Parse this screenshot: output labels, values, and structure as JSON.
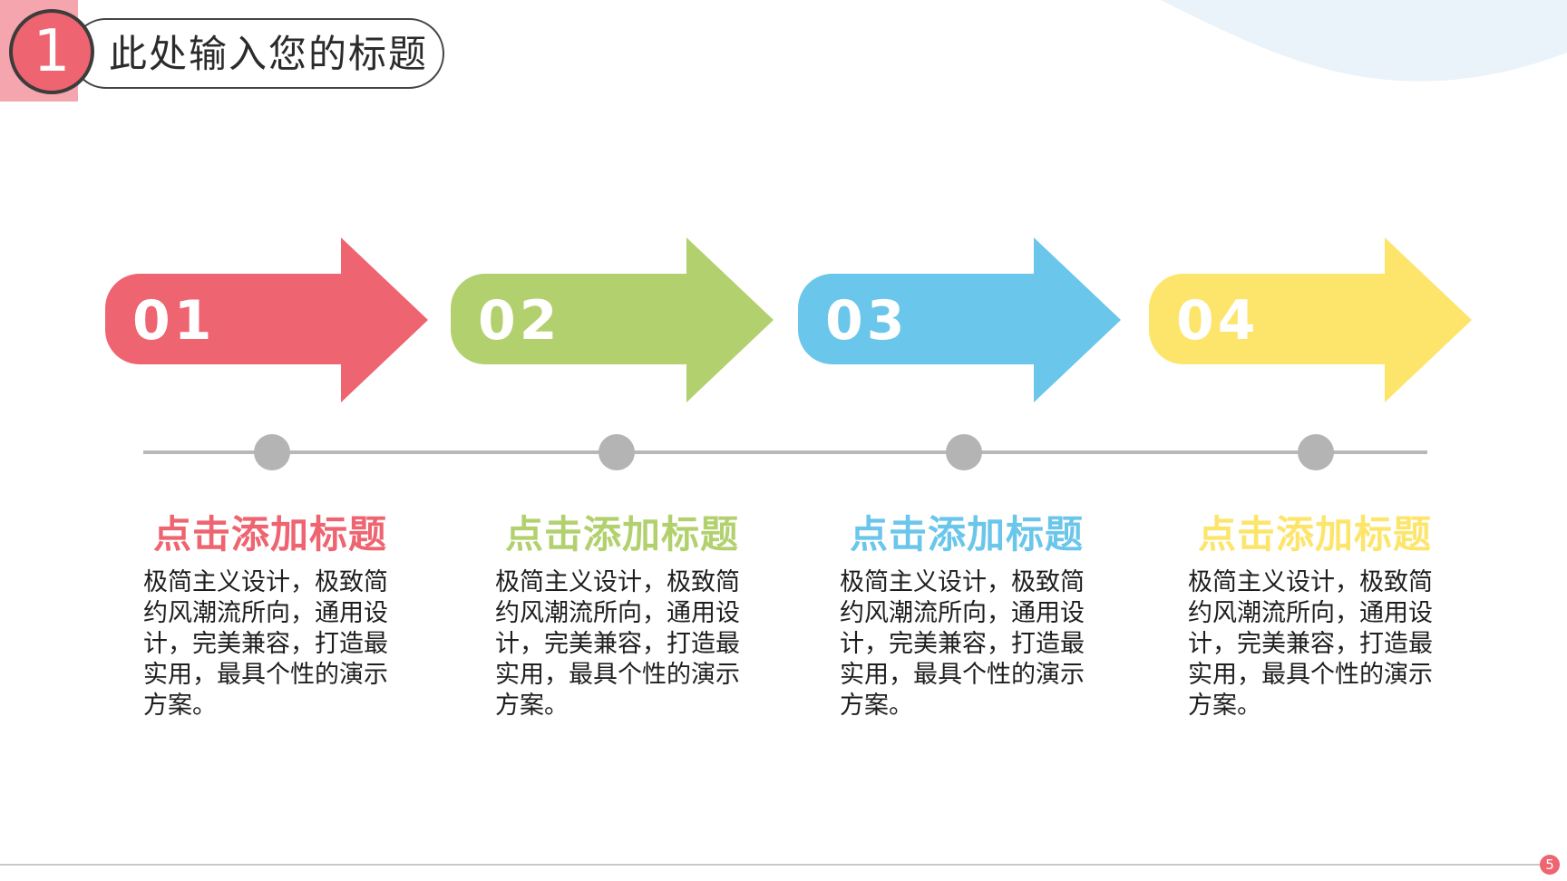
{
  "header": {
    "section_number": "1",
    "title": "此处输入您的标题"
  },
  "colors": {
    "red": "#ee6470",
    "green": "#b2d16e",
    "blue": "#6ac6ea",
    "yellow": "#fde56c",
    "timeline": "#b4b4b4"
  },
  "steps": [
    {
      "number": "01",
      "title": "点击添加标题",
      "body": "极简主义设计，极致简约风潮流所向，通用设计，完美兼容，打造最实用，最具个性的演示方案。"
    },
    {
      "number": "02",
      "title": "点击添加标题",
      "body": "极简主义设计，极致简约风潮流所向，通用设计，完美兼容，打造最实用，最具个性的演示方案。"
    },
    {
      "number": "03",
      "title": "点击添加标题",
      "body": "极简主义设计，极致简约风潮流所向，通用设计，完美兼容，打造最实用，最具个性的演示方案。"
    },
    {
      "number": "04",
      "title": "点击添加标题",
      "body": "极简主义设计，极致简约风潮流所向，通用设计，完美兼容，打造最实用，最具个性的演示方案。"
    }
  ],
  "footer": {
    "page_number": "5"
  }
}
